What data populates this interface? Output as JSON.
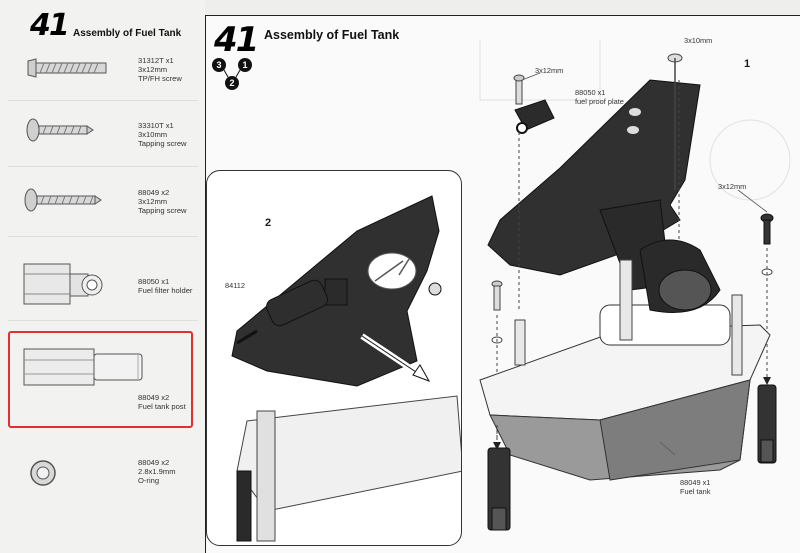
{
  "left_panel": {
    "step_number": "41",
    "title": "Assembly of Fuel Tank",
    "parts": [
      {
        "code": "31312T",
        "qty": "x1",
        "size": "3x12mm",
        "name": "TP/FH screw"
      },
      {
        "code": "33310T",
        "qty": "x1",
        "size": "3x10mm",
        "name": "Tapping screw"
      },
      {
        "code": "88049",
        "qty": "x2",
        "size": "3x12mm",
        "name": "Tapping screw"
      },
      {
        "code": "88050",
        "qty": "x1",
        "size": "",
        "name": "Fuel filter holder"
      },
      {
        "code": "88049",
        "qty": "x2",
        "size": "",
        "name": "Fuel tank post"
      },
      {
        "code": "88049",
        "qty": "x2",
        "size": "2.8x1.9mm",
        "name": "O-ring"
      }
    ]
  },
  "main_panel": {
    "step_number": "41",
    "title": "Assembly of Fuel Tank",
    "order_badges": [
      "3",
      "1",
      "2"
    ],
    "substep_1": "1",
    "substep_2": "2",
    "callouts": {
      "screw_top_right": "3x10mm",
      "screw_left": "3x12mm",
      "plate_code": "88050  x1",
      "plate_name": "fuel proof plate",
      "screw_right": "3x12mm",
      "filter_code": "84112",
      "tank_code": "88049  x1",
      "tank_name": "Fuel tank"
    }
  },
  "colors": {
    "highlight": "#e23030",
    "part_dark": "#2b2b2b",
    "panel_bg": "#fafafa"
  }
}
